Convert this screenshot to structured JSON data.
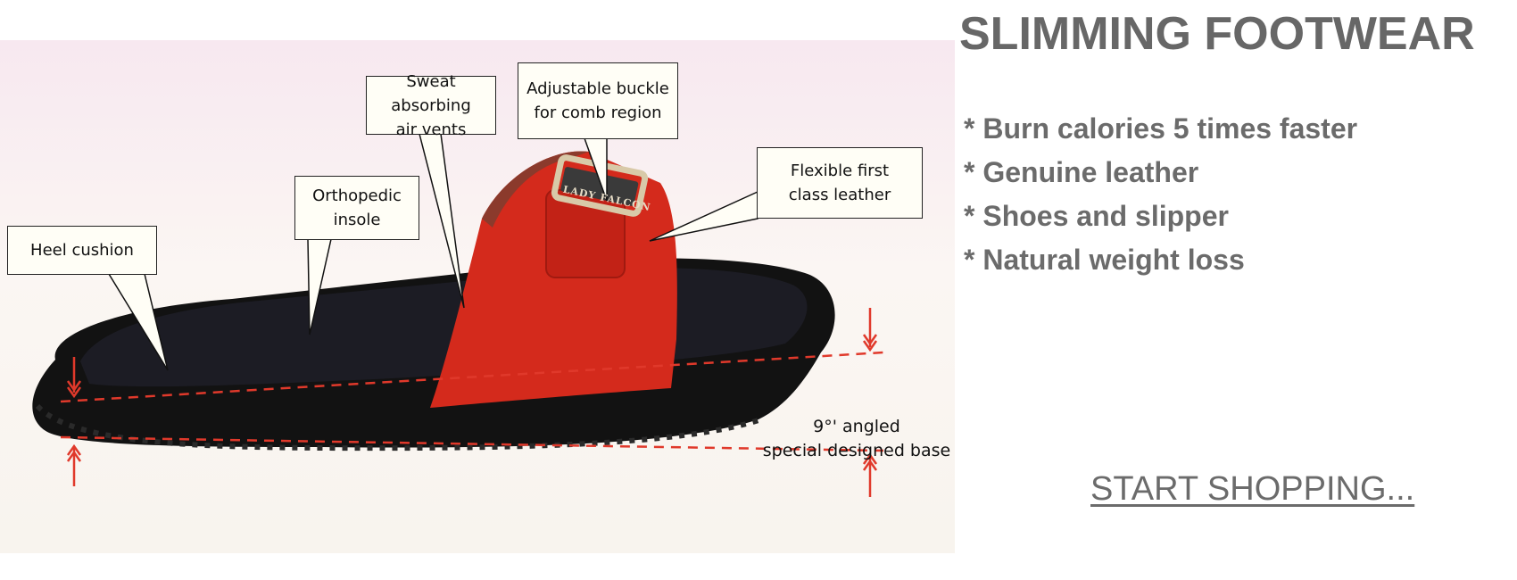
{
  "banner": {
    "title": "SLIMMING FOOTWEAR",
    "features": [
      "* Burn calories 5 times faster",
      "* Genuine leather",
      "* Shoes and slipper",
      "* Natural weight loss"
    ],
    "cta_label": "START SHOPPING..."
  },
  "product": {
    "brand": "LADY FALCON",
    "callouts": {
      "heel": "Heel cushion",
      "insole": [
        "Orthopedic",
        "insole"
      ],
      "vents": [
        "Sweat absorbing",
        "air vents"
      ],
      "buckle": [
        "Adjustable buckle",
        "for comb region"
      ],
      "leather": [
        "Flexible first",
        "class leather"
      ]
    },
    "angle_note": [
      "9°' angled",
      "special designed base"
    ]
  },
  "colors": {
    "strap_red": "#d42a1c",
    "sole_black": "#121212",
    "guide_red": "#e0392b",
    "text_gray": "#6b6b6b"
  }
}
